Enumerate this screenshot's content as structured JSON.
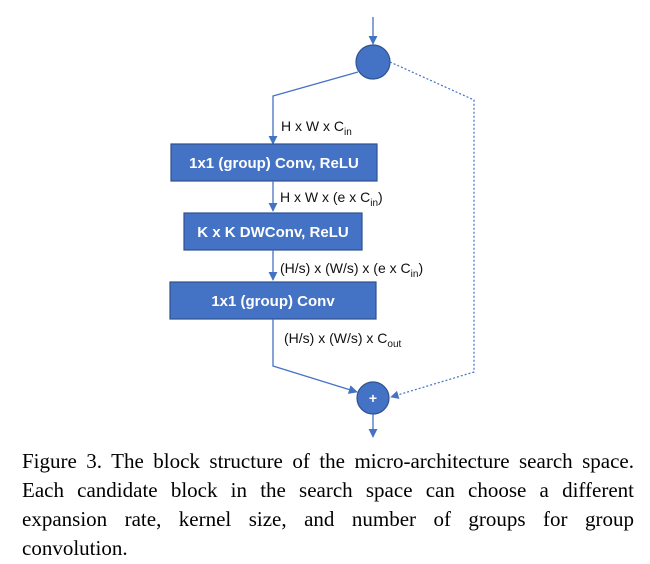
{
  "diagram": {
    "boxes": {
      "conv1": "1x1 (group) Conv, ReLU",
      "dwconv": "K x K DWConv, ReLU",
      "conv2": "1x1 (group) Conv"
    },
    "dims": {
      "d1": {
        "main": "H x W x C",
        "sub": "in",
        "tail": ""
      },
      "d2": {
        "main": "H x W x (e x C",
        "sub": "in",
        "tail": ")"
      },
      "d3": {
        "main": "(H/s) x (W/s) x (e x C",
        "sub": "in",
        "tail": ")"
      },
      "d4": {
        "main": "(H/s) x (W/s) x C",
        "sub": "out",
        "tail": ""
      }
    },
    "add_symbol": "+",
    "colors": {
      "box_fill": "#4472C4",
      "box_stroke": "#2F528F",
      "line": "#4472C4"
    }
  },
  "caption": "Figure 3. The block structure of the micro-architecture search space. Each candidate block in the search space can choose a different expansion rate, kernel size, and number of groups for group convolution."
}
